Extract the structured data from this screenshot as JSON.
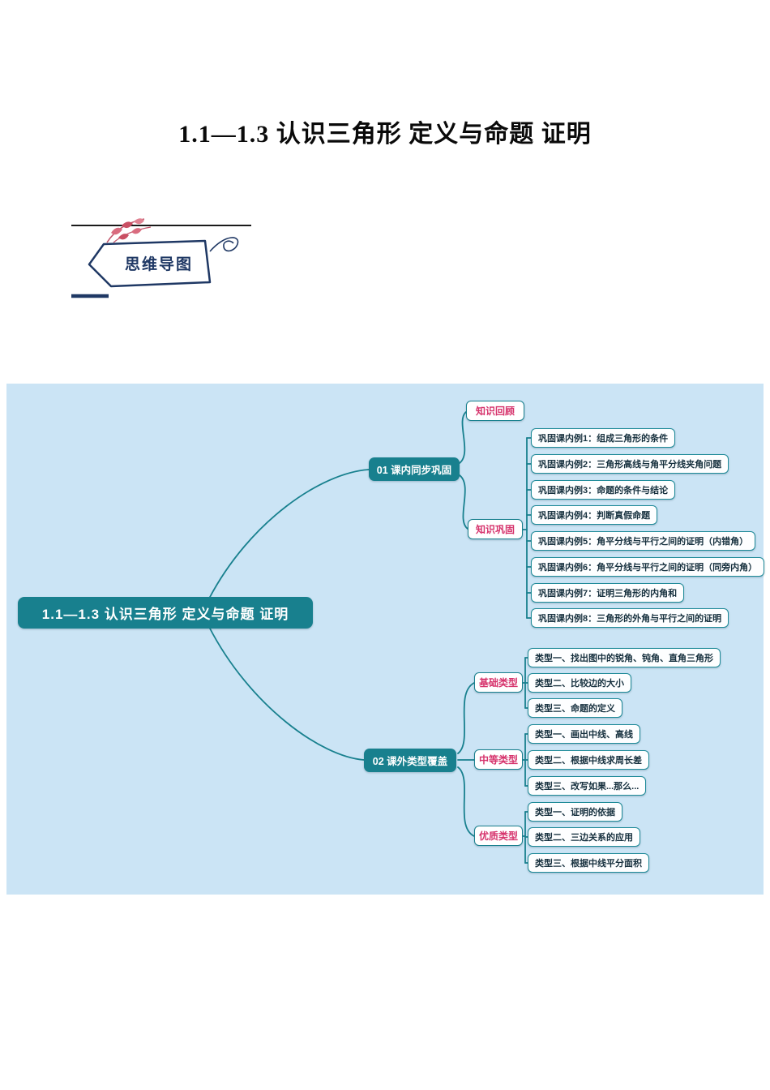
{
  "page": {
    "title": "1.1—1.3 认识三角形 定义与命题 证明"
  },
  "tag": {
    "label": "思维导图"
  },
  "colors": {
    "accent_teal": "#18808e",
    "panel_blue": "#cbe4f5",
    "category_pink": "#d6336c",
    "tag_navy": "#1f3864"
  },
  "mindmap": {
    "root": "1.1—1.3 认识三角形 定义与命题 证明",
    "branches": [
      {
        "label": "01 课内同步巩固",
        "groups": [
          {
            "label": "知识回顾",
            "items": []
          },
          {
            "label": "知识巩固",
            "items": [
              "巩固课内例1：组成三角形的条件",
              "巩固课内例2：三角形高线与角平分线夹角问题",
              "巩固课内例3：命题的条件与结论",
              "巩固课内例4：判断真假命题",
              "巩固课内例5：角平分线与平行之间的证明（内错角）",
              "巩固课内例6：角平分线与平行之间的证明（同旁内角）",
              "巩固课内例7：证明三角形的内角和",
              "巩固课内例8：三角形的外角与平行之间的证明"
            ]
          }
        ]
      },
      {
        "label": "02 课外类型覆盖",
        "groups": [
          {
            "label": "基础类型",
            "items": [
              "类型一、找出图中的锐角、钝角、直角三角形",
              "类型二、比较边的大小",
              "类型三、命题的定义"
            ]
          },
          {
            "label": "中等类型",
            "items": [
              "类型一、画出中线、高线",
              "类型二、根据中线求周长差",
              "类型三、改写如果...那么..."
            ]
          },
          {
            "label": "优质类型",
            "items": [
              "类型一、证明的依据",
              "类型二、三边关系的应用",
              "类型三、根据中线平分面积"
            ]
          }
        ]
      }
    ]
  }
}
